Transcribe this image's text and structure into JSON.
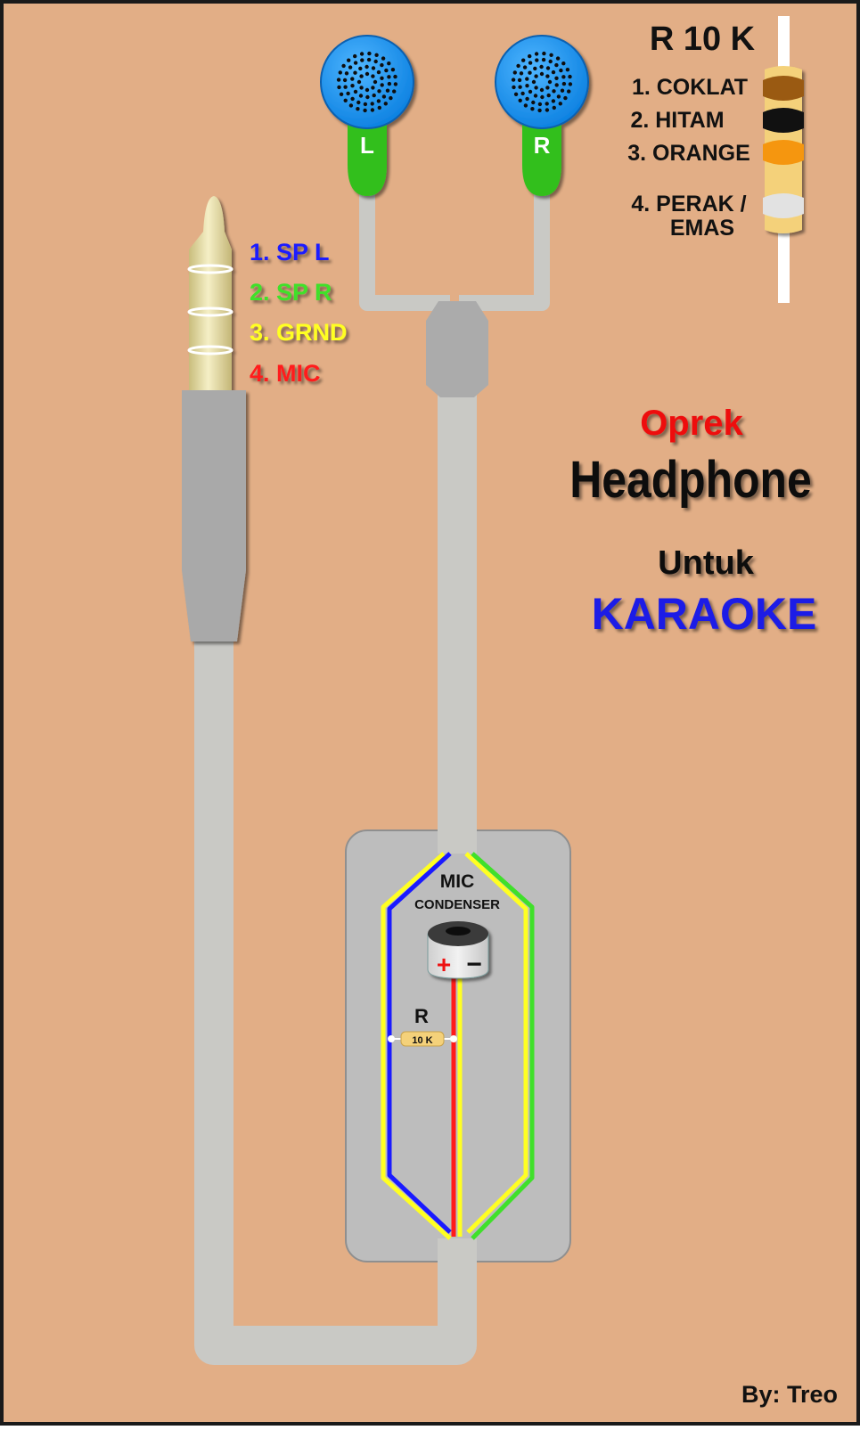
{
  "resistor_legend": {
    "title": "R 10 K",
    "bands": [
      {
        "label": "1. COKLAT",
        "color": "#9a5a12"
      },
      {
        "label": "2. HITAM",
        "color": "#111111"
      },
      {
        "label": "3. ORANGE",
        "color": "#f5960f"
      },
      {
        "label_line1": "4. PERAK /",
        "label_line2": "EMAS",
        "color": "#e2e2e2"
      }
    ]
  },
  "earbuds": {
    "left_label": "L",
    "right_label": "R"
  },
  "jack_pins": [
    {
      "label": "1. SP L",
      "color": "#1a1aff"
    },
    {
      "label": "2. SP R",
      "color": "#3fe02a"
    },
    {
      "label": "3. GRND",
      "color": "#ffff22"
    },
    {
      "label": "4. MIC",
      "color": "#ff1a1a"
    }
  ],
  "title": {
    "line1": "Oprek",
    "line2": "Headphone",
    "line3": "Untuk",
    "line4": "KARAOKE",
    "line1_color": "#ee1111",
    "line4_color": "#1a1ae6"
  },
  "mic_box": {
    "label_line1": "MIC",
    "label_line2": "CONDENSER",
    "plus_sign": "+",
    "minus_sign": "−",
    "resistor_label": "R",
    "resistor_value": "10 K"
  },
  "credit": "By: Treo",
  "colors": {
    "background": "#e2ae86",
    "cable": "#c9c9c5",
    "earbud_blue": "#0a8ef0",
    "earbud_green": "#33bf1c",
    "plug_gold": "#e6dca2",
    "plug_body": "#a9a9a9",
    "box_grey": "#bdbdbd",
    "wire_blue": "#1a1aff",
    "wire_yellow": "#ffff22",
    "wire_green": "#3fe02a",
    "wire_red": "#ff1a1a",
    "resistor_body": "#f4d17a"
  }
}
